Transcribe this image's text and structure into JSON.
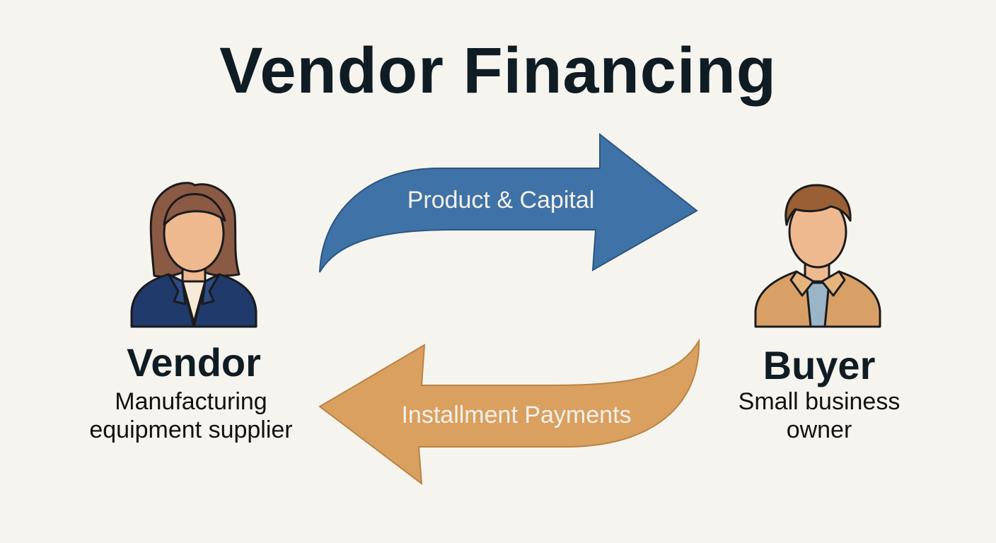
{
  "title": "Vendor Financing",
  "vendor": {
    "name": "Vendor",
    "description_line1": "Manufacturing",
    "description_line2": "equipment supplier"
  },
  "buyer": {
    "name": "Buyer",
    "description_line1": "Small business",
    "description_line2": "owner"
  },
  "flows": {
    "to_buyer_label": "Product & Capital",
    "to_vendor_label": "Installment Payments"
  },
  "colors": {
    "background": "#f6f4ee",
    "to_buyer_arrow": "#3f72a6",
    "to_vendor_arrow": "#d9a05f",
    "vendor_suit": "#1f3a6b",
    "buyer_jacket": "#d8a066",
    "skin": "#efb98f",
    "vendor_hair": "#8a5a44",
    "buyer_hair": "#9a5f35"
  }
}
